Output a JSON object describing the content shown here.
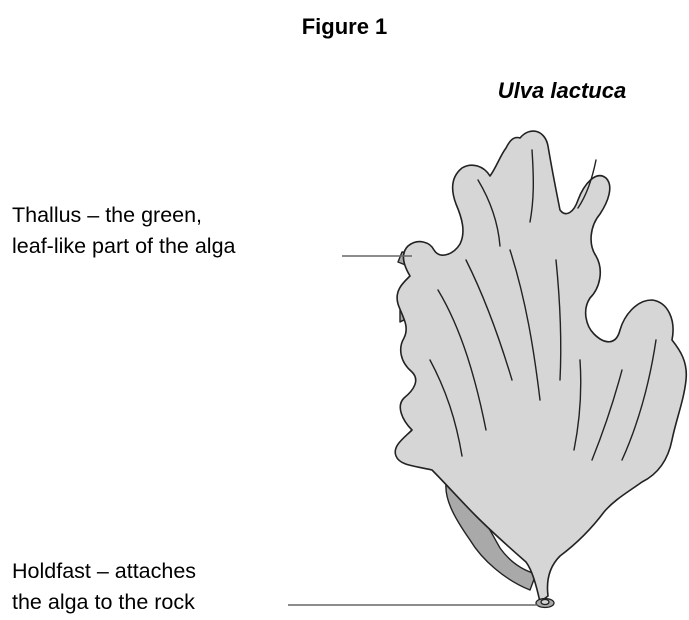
{
  "figure": {
    "title": "Figure 1",
    "species_name": "Ulva lactuca"
  },
  "labels": {
    "thallus": {
      "line1": "Thallus – the green,",
      "line2": "leaf-like part of the alga"
    },
    "holdfast": {
      "line1": "Holdfast – attaches",
      "line2": "the alga to the rock"
    }
  },
  "colors": {
    "blade_fill": "#d6d6d6",
    "shadow_fill": "#a9a9a9",
    "outline": "#222222",
    "leader_line": "#666666"
  }
}
